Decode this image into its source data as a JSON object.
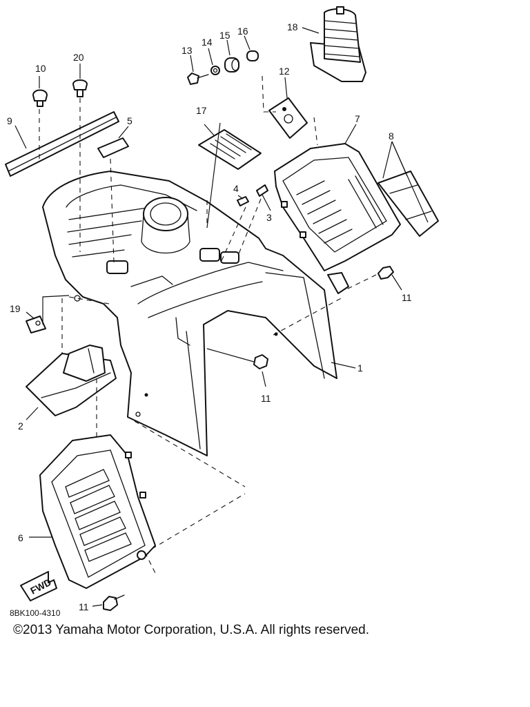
{
  "diagram": {
    "callouts": {
      "p1": "1",
      "p2": "2",
      "p3": "3",
      "p4": "4",
      "p5": "5",
      "p6": "6",
      "p7": "7",
      "p8": "8",
      "p9": "9",
      "p10": "10",
      "p11a": "11",
      "p11b": "11",
      "p11c": "11",
      "p12": "12",
      "p13": "13",
      "p14": "14",
      "p15": "15",
      "p16": "16",
      "p17": "17",
      "p18": "18",
      "p19": "19",
      "p20": "20"
    },
    "fwd_label": "FWD",
    "drawing_code": "8BK100-4310",
    "copyright": "©2013 Yamaha Motor Corporation, U.S.A. All rights reserved."
  }
}
